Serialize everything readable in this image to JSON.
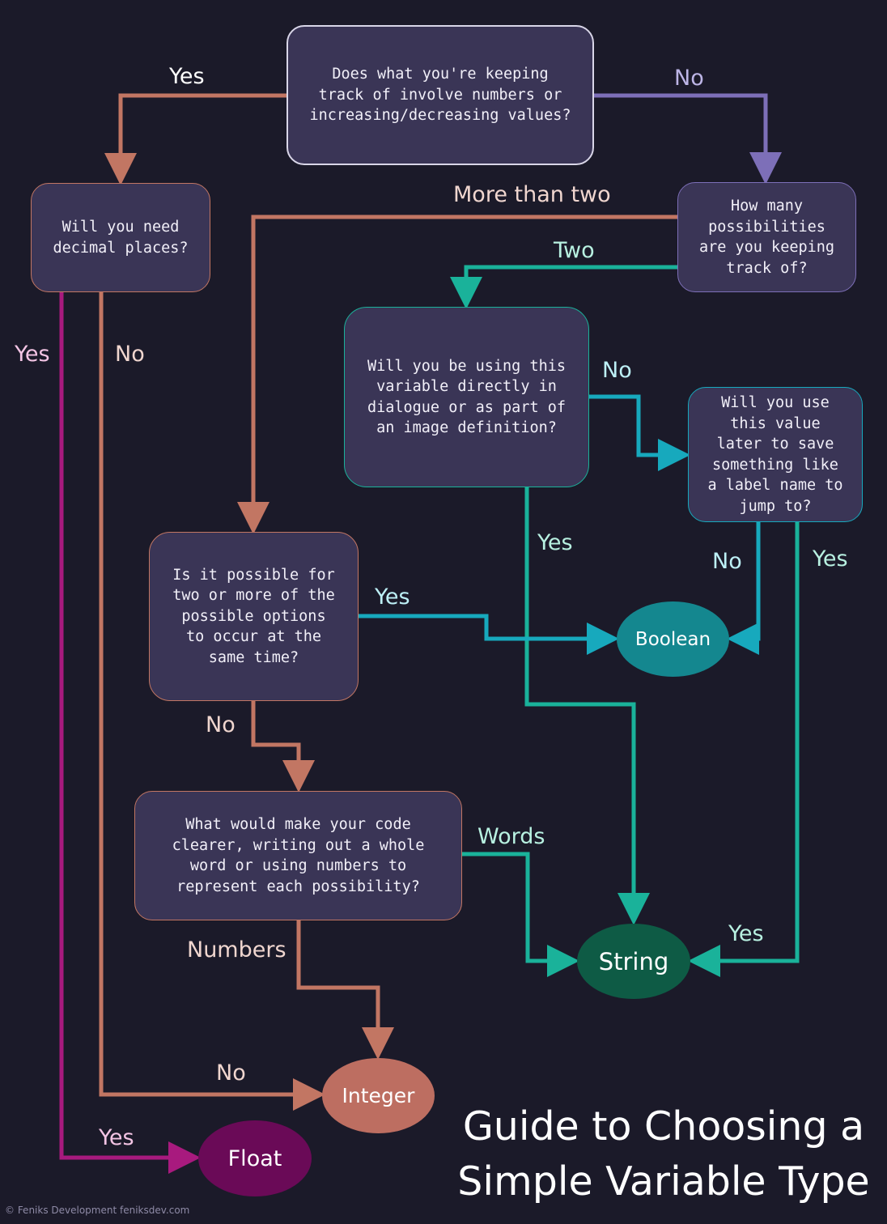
{
  "title": "Guide to Choosing a\nSimple Variable Type",
  "footer": "© Feniks Development feniksdev.com",
  "colors": {
    "background": "#1b1a29",
    "box_fill": "#3a3556",
    "salmon": "#c27663",
    "lavender": "#7d6fb8",
    "teal": "#1ab29a",
    "cyan": "#17a9bd",
    "magenta": "#a81a7e",
    "boolean_fill": "#14878f",
    "string_fill": "#0e5b45",
    "integer_fill": "#bd6e61",
    "float_fill": "#6a0a57"
  },
  "nodes": {
    "q_numbers": "Does what you're keeping\ntrack of involve numbers or\nincreasing/decreasing values?",
    "q_decimal": "Will you need\ndecimal places?",
    "q_how_many": "How many\npossibilities\nare you keeping\ntrack of?",
    "q_dialogue": "Will you be using this\nvariable directly in\ndialogue or as part of\nan image definition?",
    "q_label": "Will you use\nthis value\nlater to save\nsomething like\na label name to\njump to?",
    "q_simultaneous": "Is it possible for\ntwo or more of the\npossible options\nto occur at the\nsame time?",
    "q_clearer": "What would make your code\nclearer, writing out a whole\nword or using numbers to\nrepresent each possibility?"
  },
  "results": {
    "boolean": "Boolean",
    "string": "String",
    "integer": "Integer",
    "float": "Float"
  },
  "edge_labels": {
    "numbers_yes": "Yes",
    "numbers_no": "No",
    "more_than_two": "More than two",
    "two": "Two",
    "decimal_yes": "Yes",
    "decimal_no": "No",
    "dialogue_no": "No",
    "dialogue_yes": "Yes",
    "label_no": "No",
    "label_yes": "Yes",
    "simultaneous_yes": "Yes",
    "simultaneous_no": "No",
    "clearer_words": "Words",
    "clearer_numbers": "Numbers",
    "integer_no": "No",
    "float_yes": "Yes",
    "string_yes": "Yes"
  }
}
